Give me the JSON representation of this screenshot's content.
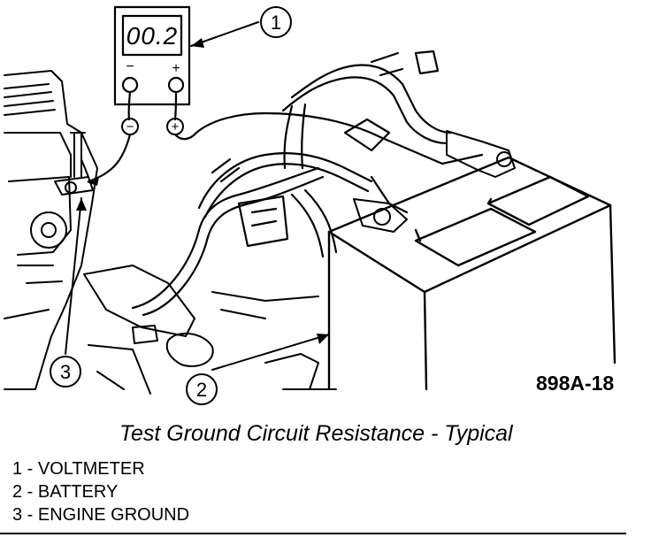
{
  "figure": {
    "voltmeter_display": "00.2",
    "neg_symbol": "−",
    "pos_symbol": "+",
    "probe_neg_symbol": "−",
    "probe_pos_symbol": "+",
    "callouts": [
      "1",
      "2",
      "3"
    ],
    "code": "898A-18"
  },
  "caption": "Test Ground Circuit Resistance - Typical",
  "legend": [
    {
      "text": "1 - VOLTMETER"
    },
    {
      "text": "2 - BATTERY"
    },
    {
      "text": "3 - ENGINE GROUND"
    }
  ]
}
